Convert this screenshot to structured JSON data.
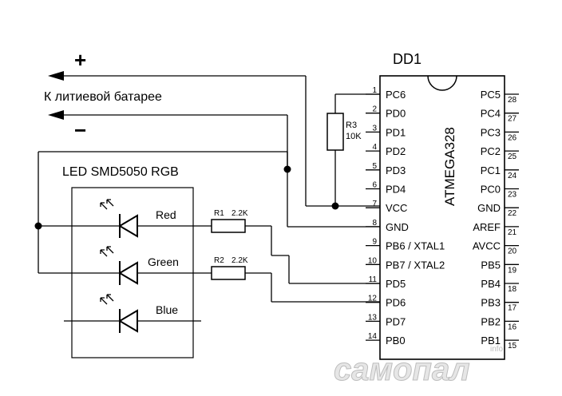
{
  "chip": {
    "ref": "DD1",
    "name": "ATMEGA328",
    "left_pins": [
      {
        "num": "1",
        "label": "PC6"
      },
      {
        "num": "2",
        "label": "PD0"
      },
      {
        "num": "3",
        "label": "PD1"
      },
      {
        "num": "4",
        "label": "PD2"
      },
      {
        "num": "5",
        "label": "PD3"
      },
      {
        "num": "6",
        "label": "PD4"
      },
      {
        "num": "7",
        "label": "VCC"
      },
      {
        "num": "8",
        "label": "GND"
      },
      {
        "num": "9",
        "label": "PB6 / XTAL1"
      },
      {
        "num": "10",
        "label": "PB7 / XTAL2"
      },
      {
        "num": "11",
        "label": "PD5"
      },
      {
        "num": "12",
        "label": "PD6"
      },
      {
        "num": "13",
        "label": "PD7"
      },
      {
        "num": "14",
        "label": "PB0"
      }
    ],
    "right_pins": [
      {
        "num": "28",
        "label": "PC5"
      },
      {
        "num": "27",
        "label": "PC4"
      },
      {
        "num": "26",
        "label": "PC3"
      },
      {
        "num": "25",
        "label": "PC2"
      },
      {
        "num": "24",
        "label": "PC1"
      },
      {
        "num": "23",
        "label": "PC0"
      },
      {
        "num": "22",
        "label": "GND"
      },
      {
        "num": "21",
        "label": "AREF"
      },
      {
        "num": "20",
        "label": "AVCC"
      },
      {
        "num": "19",
        "label": "PB5"
      },
      {
        "num": "18",
        "label": "PB4"
      },
      {
        "num": "17",
        "label": "PB3"
      },
      {
        "num": "16",
        "label": "PB2"
      },
      {
        "num": "15",
        "label": "PB1"
      }
    ]
  },
  "battery": {
    "plus": "+",
    "minus": "−",
    "label": "К литиевой батарее"
  },
  "resistors": {
    "r3": {
      "ref": "R3",
      "value": "10K"
    },
    "r1": {
      "ref": "R1",
      "value": "2.2K"
    },
    "r2": {
      "ref": "R2",
      "value": "2.2K"
    }
  },
  "led": {
    "title": "LED SMD5050 RGB",
    "channels": [
      "Red",
      "Green",
      "Blue"
    ]
  },
  "watermark": {
    "text": "самопал",
    "suffix": "info"
  }
}
